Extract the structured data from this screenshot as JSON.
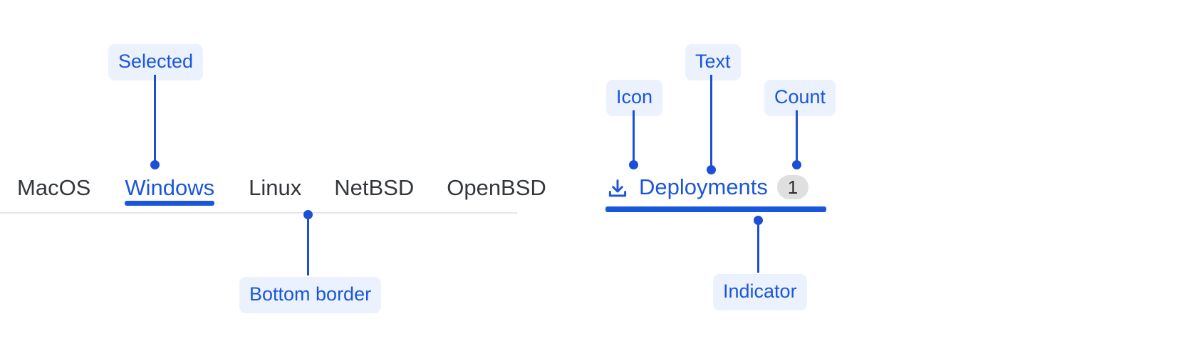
{
  "left_group": {
    "tabs": [
      {
        "label": "MacOS",
        "selected": false
      },
      {
        "label": "Windows",
        "selected": true
      },
      {
        "label": "Linux",
        "selected": false
      },
      {
        "label": "NetBSD",
        "selected": false
      },
      {
        "label": "OpenBSD",
        "selected": false
      }
    ],
    "annotations": {
      "selected": "Selected",
      "bottom_border": "Bottom border"
    }
  },
  "right_group": {
    "tab": {
      "icon": "download-icon",
      "text": "Deployments",
      "count": "1"
    },
    "annotations": {
      "icon": "Icon",
      "text": "Text",
      "count": "Count",
      "indicator": "Indicator"
    }
  },
  "colors": {
    "accent_blue": "#1A56DB",
    "annotation_blue": "#1A4FD6",
    "annotation_pill_bg": "#EBF2FE",
    "tab_text": "#33363B",
    "rule": "#E4E6EA",
    "badge_bg": "#DFDFDF",
    "badge_text": "#2A2D31",
    "page_bg": "#FFFFFF"
  }
}
